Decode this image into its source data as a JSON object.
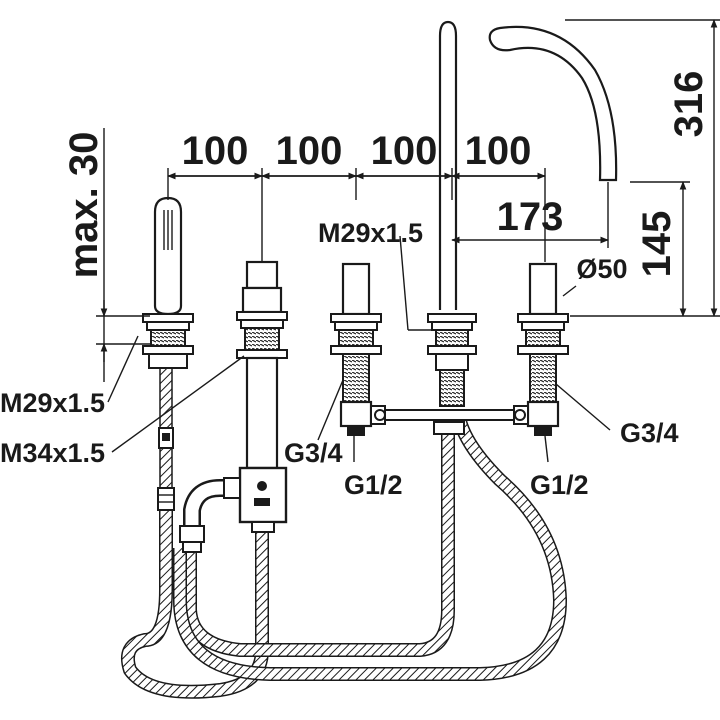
{
  "dimensions": {
    "spacing_1": "100",
    "spacing_2": "100",
    "spacing_3": "100",
    "spacing_4": "100",
    "max_thickness": "max. 30",
    "spout_height": "316",
    "spout_reach": "173",
    "outlet_height": "145",
    "diameter": "Ø50"
  },
  "threads": {
    "left_m29": "M29x1.5",
    "left_m34": "M34x1.5",
    "spout_m29": "M29x1.5",
    "valve_left_g34": "G3/4",
    "valve_left_g12": "G1/2",
    "valve_right_g34": "G3/4",
    "valve_right_g12": "G1/2"
  },
  "colors": {
    "line": "#1a1a1a",
    "background": "#ffffff",
    "hose_pattern": "#1a1a1a"
  }
}
